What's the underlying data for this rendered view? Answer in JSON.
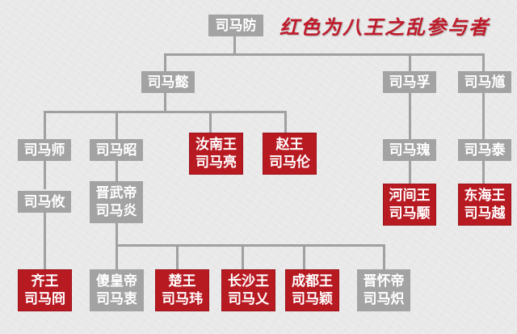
{
  "title": "红色为八王之乱参与者",
  "colors": {
    "participant": "#b81a22",
    "other": "#a3a3a3",
    "line": "#a0a0a0",
    "title": "#c01a2a"
  },
  "nodes": {
    "sima_fang": {
      "line1": "司马防"
    },
    "sima_yi": {
      "line1": "司马懿"
    },
    "sima_fu": {
      "line1": "司马孚"
    },
    "sima_kui": {
      "line1": "司马馗"
    },
    "sima_shi": {
      "line1": "司马师"
    },
    "sima_zhao": {
      "line1": "司马昭"
    },
    "sima_liang": {
      "line1": "汝南王",
      "line2": "司马亮"
    },
    "sima_lun": {
      "line1": "赵王",
      "line2": "司马伦"
    },
    "sima_gui": {
      "line1": "司马瑰"
    },
    "sima_tai": {
      "line1": "司马泰"
    },
    "sima_you": {
      "line1": "司马攸"
    },
    "sima_yan": {
      "line1": "晋武帝",
      "line2": "司马炎"
    },
    "sima_yong": {
      "line1": "河间王",
      "line2": "司马颙"
    },
    "sima_yue": {
      "line1": "东海王",
      "line2": "司马越"
    },
    "sima_jiong": {
      "line1": "齐王",
      "line2": "司马冏"
    },
    "sima_zhong": {
      "line1": "傻皇帝",
      "line2": "司马衷"
    },
    "sima_wei": {
      "line1": "楚王",
      "line2": "司马玮"
    },
    "sima_ai": {
      "line1": "长沙王",
      "line2": "司马乂"
    },
    "sima_ying": {
      "line1": "成都王",
      "line2": "司马颖"
    },
    "sima_chi": {
      "line1": "晋怀帝",
      "line2": "司马炽"
    }
  }
}
